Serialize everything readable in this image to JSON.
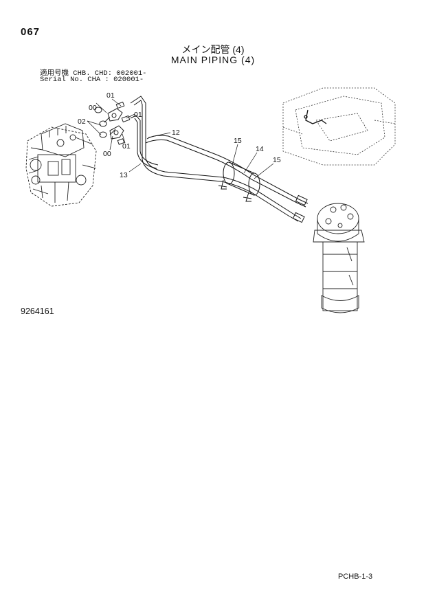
{
  "header": {
    "page_number": "067",
    "title_jp": "メイン配管 (4)",
    "title_en": "MAIN PIPING (4)"
  },
  "serial_info": {
    "line1": "適用号機 CHB. CHD: 002001-",
    "line2": "Serial No. CHA     : 020001-"
  },
  "callouts": {
    "p01a": "01",
    "p00a": "00",
    "p01b": "01",
    "p02": "02",
    "p00b": "00",
    "p01c": "01",
    "p12": "12",
    "p13": "13",
    "p15a": "15",
    "p14": "14",
    "p15b": "15"
  },
  "drawing_number": "9264161",
  "page_code": "PCHB-1-3"
}
